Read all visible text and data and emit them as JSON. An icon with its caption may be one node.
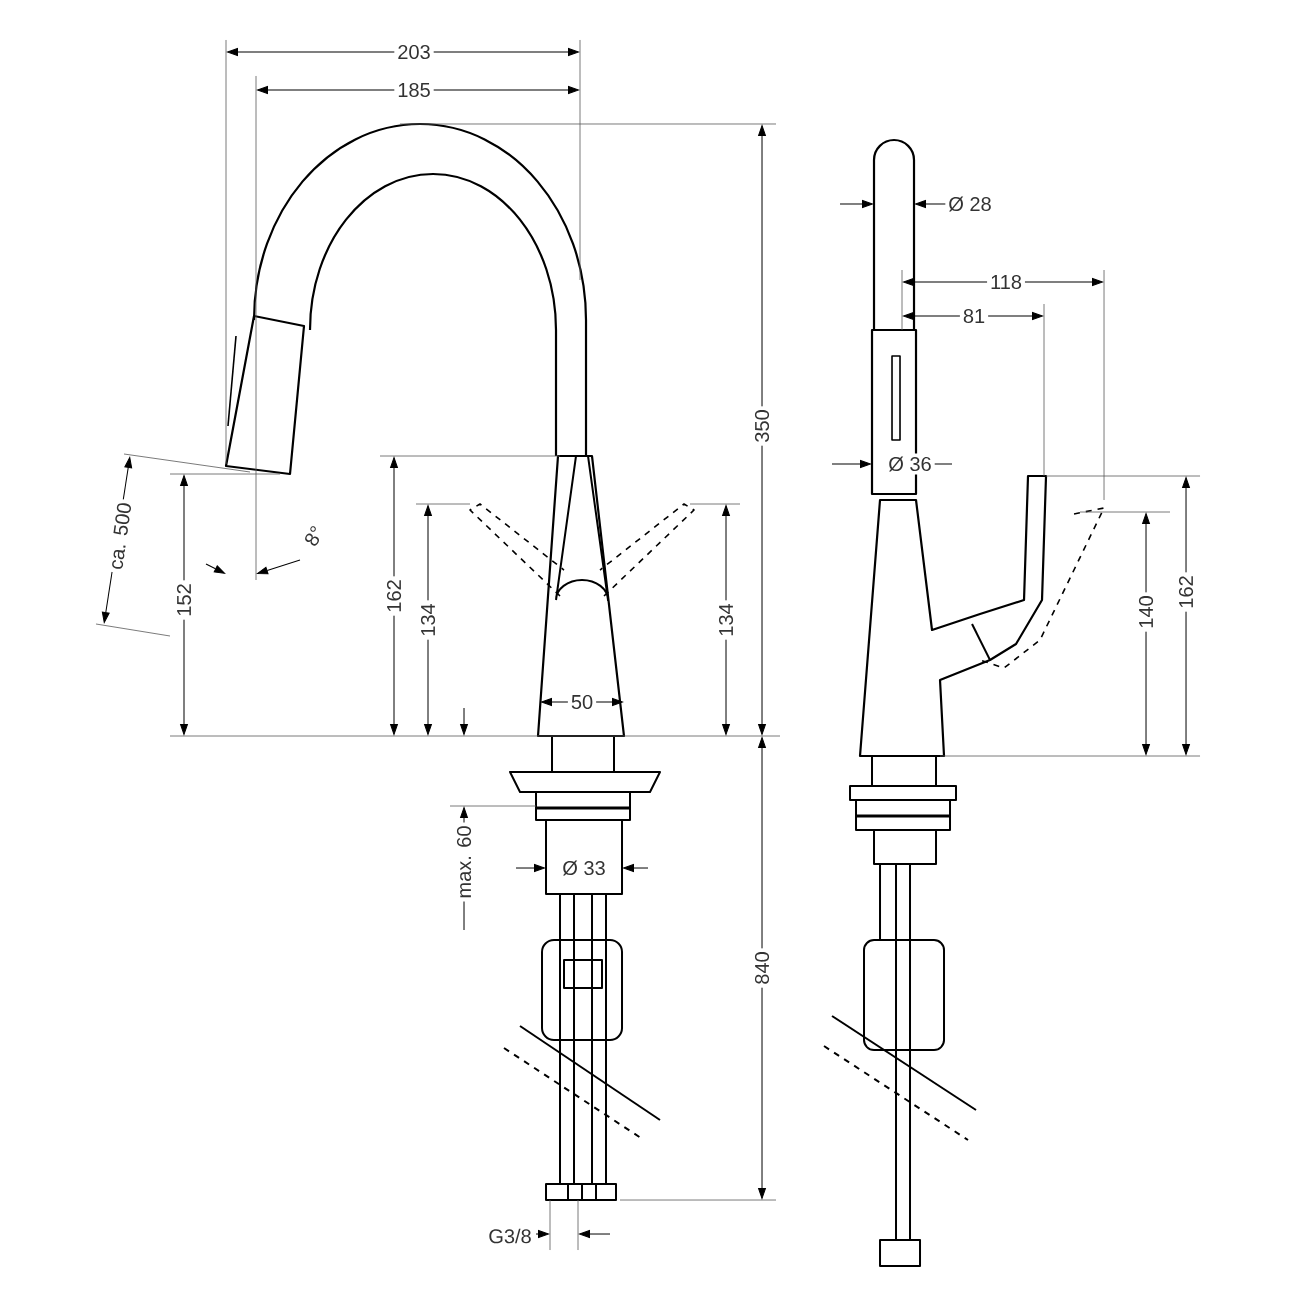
{
  "diagram": {
    "labels": [
      "203",
      "185",
      "350",
      "ca. 500",
      "152",
      "162",
      "134",
      "134",
      "8°",
      "50",
      "Ø 33",
      "max. 60",
      "840",
      "G3/8",
      "Ø 28",
      "118",
      "81",
      "Ø 36",
      "140",
      "162"
    ]
  }
}
